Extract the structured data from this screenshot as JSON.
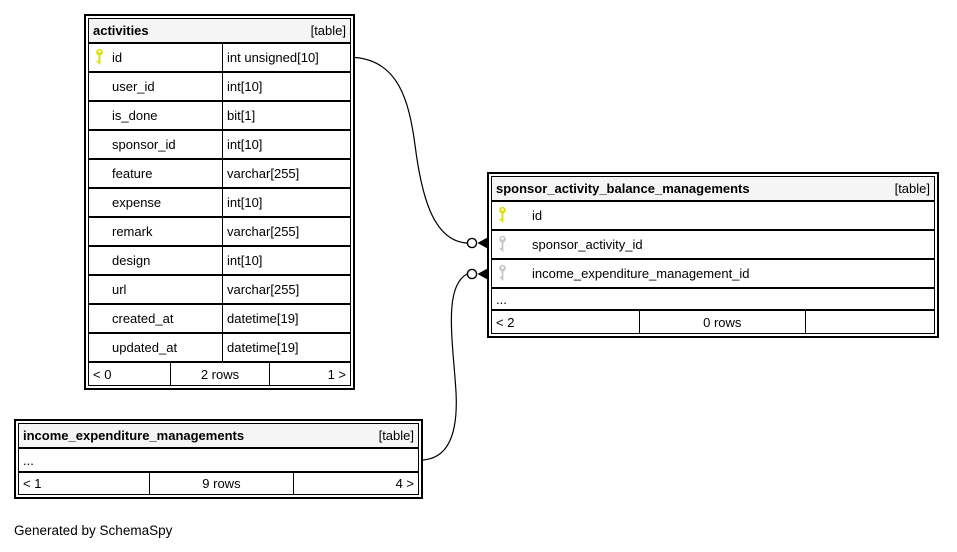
{
  "diagram": {
    "generator_note": "Generated by SchemaSpy",
    "colors": {
      "primary_key": "#dddd00",
      "foreign_key": "#c6c6c6",
      "header_bg": "#f5f5f5",
      "border": "#000000"
    },
    "tables": [
      {
        "name": "activities",
        "badge": "[table]",
        "columns": [
          {
            "name": "id",
            "type": "int unsigned[10]",
            "key": "primary"
          },
          {
            "name": "user_id",
            "type": "int[10]",
            "key": "none"
          },
          {
            "name": "is_done",
            "type": "bit[1]",
            "key": "none"
          },
          {
            "name": "sponsor_id",
            "type": "int[10]",
            "key": "none"
          },
          {
            "name": "feature",
            "type": "varchar[255]",
            "key": "none"
          },
          {
            "name": "expense",
            "type": "int[10]",
            "key": "none"
          },
          {
            "name": "remark",
            "type": "varchar[255]",
            "key": "none"
          },
          {
            "name": "design",
            "type": "int[10]",
            "key": "none"
          },
          {
            "name": "url",
            "type": "varchar[255]",
            "key": "none"
          },
          {
            "name": "created_at",
            "type": "datetime[19]",
            "key": "none"
          },
          {
            "name": "updated_at",
            "type": "datetime[19]",
            "key": "none"
          }
        ],
        "footer": {
          "left": "< 0",
          "center": "2 rows",
          "right": "1 >"
        }
      },
      {
        "name": "sponsor_activity_balance_managements",
        "badge": "[table]",
        "columns": [
          {
            "name": "id",
            "key": "primary"
          },
          {
            "name": "sponsor_activity_id",
            "key": "foreign"
          },
          {
            "name": "income_expenditure_management_id",
            "key": "foreign"
          }
        ],
        "ellipsis": "...",
        "footer": {
          "left": "< 2",
          "center": "0 rows",
          "right": ""
        }
      },
      {
        "name": "income_expenditure_managements",
        "badge": "[table]",
        "ellipsis": "...",
        "footer": {
          "left": "< 1",
          "center": "9 rows",
          "right": "4 >"
        }
      }
    ],
    "relationships": [
      {
        "from": "activities.id",
        "to": "sponsor_activity_balance_managements.sponsor_activity_id"
      },
      {
        "from": "income_expenditure_managements",
        "to": "sponsor_activity_balance_managements.income_expenditure_management_id"
      }
    ]
  }
}
